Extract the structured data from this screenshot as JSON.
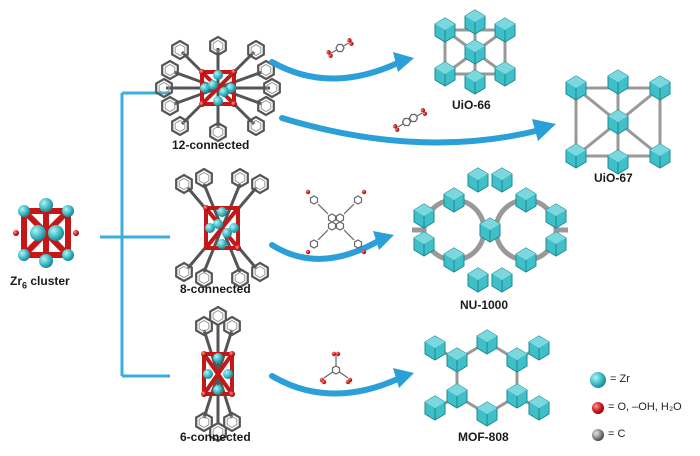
{
  "cluster": {
    "label_main": "Zr",
    "label_sub": "6",
    "label_rest": " cluster"
  },
  "nodes": {
    "n12": "12-connected",
    "n8": "8-connected",
    "n6": "6-connected"
  },
  "products": {
    "uio66": "UiO-66",
    "uio67": "UiO-67",
    "nu1000": "NU-1000",
    "mof808": "MOF-808"
  },
  "legend": {
    "zr": "= Zr",
    "o": "= O, –OH, H₂O",
    "c": "= C"
  },
  "colors": {
    "zr": "#3fbfc8",
    "oxygen": "#d42020",
    "carbon": "#8a8a8a",
    "arrow": "#2a9fd8",
    "branch": "#3aaee0"
  }
}
